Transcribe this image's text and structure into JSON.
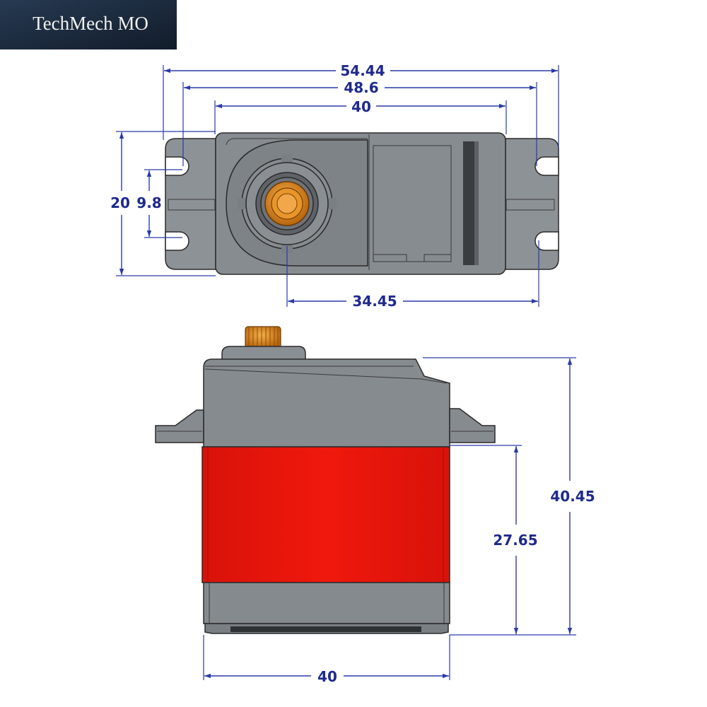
{
  "brand": {
    "text": "TechMech MO"
  },
  "top_view": {
    "dimensions": {
      "overall_width": "54.44",
      "mount_hole_spacing": "48.6",
      "body_width": "40",
      "height": "20",
      "hole_spacing": "9.8",
      "shaft_to_hole": "34.45"
    }
  },
  "side_view": {
    "dimensions": {
      "total_height": "40.45",
      "lower_height": "27.65",
      "body_width": "40"
    }
  },
  "colors": {
    "dimension": "#1e2a8c",
    "housing_gray": "#858a8f",
    "red_case": "#e8140a",
    "gear_orange": "#e08a1a",
    "brand_bg": "#1d2b3e"
  }
}
